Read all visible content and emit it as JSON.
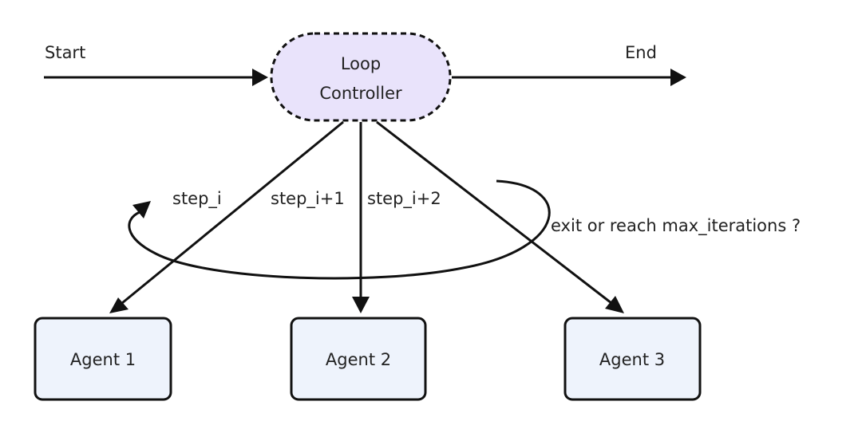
{
  "flow": {
    "start_label": "Start",
    "end_label": "End"
  },
  "controller": {
    "line1": "Loop",
    "line2": "Controller"
  },
  "steps": {
    "step_1": "step_i",
    "step_2": "step_i+1",
    "step_3": "step_i+2"
  },
  "loop": {
    "condition": "exit or reach max_iterations ?"
  },
  "agents": {
    "agent_1": "Agent 1",
    "agent_2": "Agent 2",
    "agent_3": "Agent 3"
  },
  "colors": {
    "controller_fill": "#e9e3fb",
    "agent_fill": "#eef3fc",
    "stroke": "#111111",
    "text": "#222222"
  }
}
